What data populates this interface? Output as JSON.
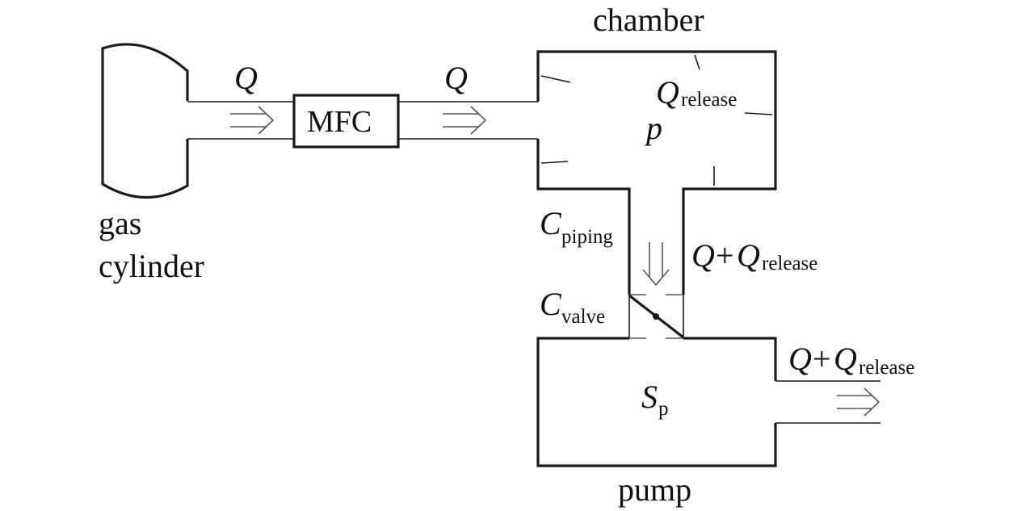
{
  "labels": {
    "chamber": "chamber",
    "gas": "gas",
    "cylinder": "cylinder",
    "mfc": "MFC",
    "pump": "pump",
    "q_symbol": "Q",
    "release_sub": "release",
    "p_symbol": "p",
    "c_symbol": "C",
    "piping_sub": "piping",
    "valve_sub": "valve",
    "plus": "+",
    "s_symbol": "S",
    "p_sub": "p"
  },
  "colors": {
    "line": "#1a1a1a",
    "arrow": "#555555",
    "background": "#ffffff"
  }
}
